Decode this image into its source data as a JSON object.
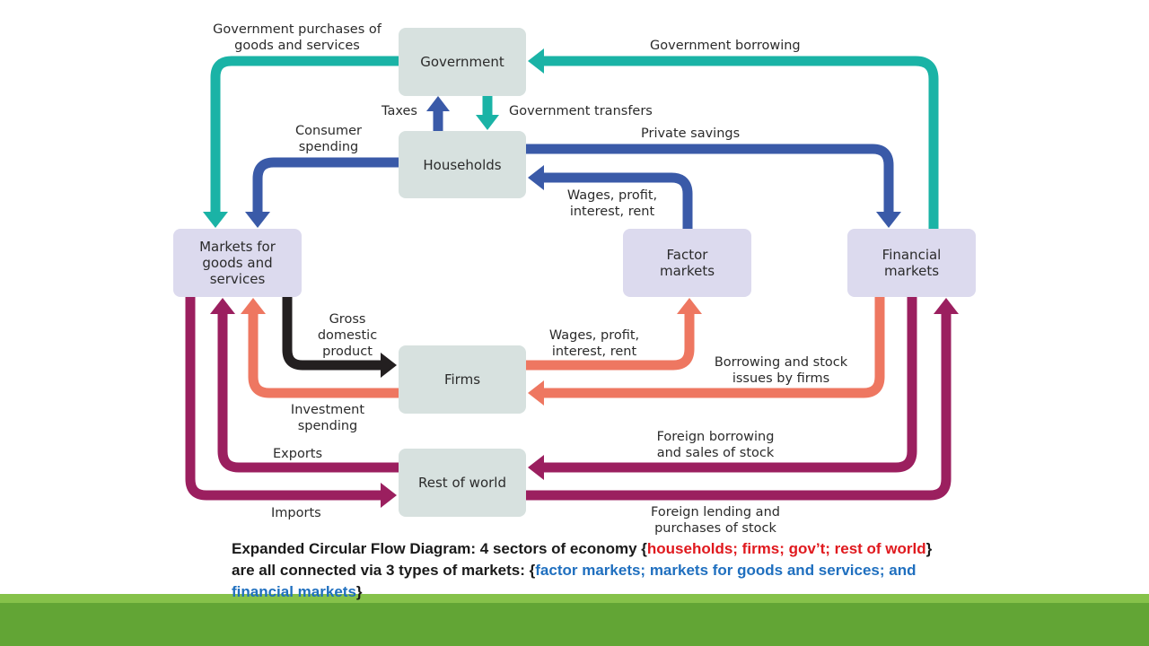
{
  "colors": {
    "teal": "#1ab3a6",
    "blue": "#3a5aa8",
    "salmon": "#ee7761",
    "black": "#231f20",
    "maroon": "#9b1f5f",
    "sector_fill": "#d7e1df",
    "market_fill": "#dcdaee",
    "caption_red": "#e0191e",
    "caption_blue": "#1f6fbf",
    "footer_green": "#62a535"
  },
  "boxes": {
    "government": "Government",
    "households": "Households",
    "firms": "Firms",
    "rest_of_world": "Rest of world",
    "markets_goods": "Markets for\ngoods and\nservices",
    "factor_markets": "Factor\nmarkets",
    "financial_markets": "Financial\nmarkets"
  },
  "flows": {
    "gov_purchases": "Government purchases of\ngoods and services",
    "gov_borrowing": "Government borrowing",
    "taxes": "Taxes",
    "gov_transfers": "Government transfers",
    "consumer_spending": "Consumer\nspending",
    "private_savings": "Private savings",
    "wages_households": "Wages, profit,\ninterest, rent",
    "gdp": "Gross\ndomestic\nproduct",
    "wages_firms": "Wages, profit,\ninterest, rent",
    "borrowing_stock": "Borrowing and stock\nissues by firms",
    "investment_spending": "Investment\nspending",
    "exports": "Exports",
    "foreign_borrowing": "Foreign borrowing\nand sales of stock",
    "imports": "Imports",
    "foreign_lending": "Foreign lending and\npurchases of stock"
  },
  "caption": {
    "part1": "Expanded Circular Flow Diagram:  4 sectors of economy {",
    "sectors": "households; firms; gov’t; rest of world",
    "part2": "} are all connected via 3 types of markets: {",
    "markets": "factor markets; markets for goods and services; and financial markets",
    "part3": "}"
  }
}
